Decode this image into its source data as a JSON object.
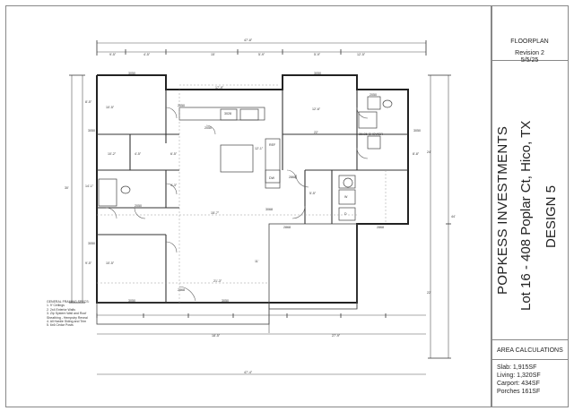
{
  "title_block": {
    "sheet_title": "FLOORPLAN",
    "revision": "Revision 2",
    "date": "5/5/25",
    "company": "POPKESS INVESTMENTS",
    "lot_address": "Lot 16 - 408 Poplar Ct, Hico, TX",
    "design": "DESIGN 5"
  },
  "area_calculations": {
    "header": "AREA CALCULATIONS",
    "slab": "Slab: 1,915SF",
    "living": "Living: 1,320SF",
    "carport": "Carport: 434SF",
    "porches": "Porches 161SF"
  },
  "framing_specs": {
    "header": "GENERAL FRAMING SPECS:",
    "items": [
      "1. 9' Ceilings",
      "2. 2x4 Exterior Walls",
      "3. Zip System Wall and Roof Sheathing - Hempstry Reveal",
      "4. All Hardie Siding and Trim",
      "5. 6x6 Cedar Posts"
    ]
  },
  "dimensions": {
    "overall_top": "47'-8\"",
    "overall_bottom": "47'-4\"",
    "left_overall": "30'",
    "right_overall": "44'",
    "right_lower": "22'",
    "right_upper": "24'",
    "top_segments": [
      "9'-5\"",
      "4'-5\"",
      "15'",
      "5'-9\"",
      "5'-9\"",
      "12'-5\""
    ],
    "mid_labels": [
      "17'-9\"",
      "22'",
      "15'-7\"",
      "21'-3\"",
      "18'-5\"",
      "27'-9\"",
      "12'-1\"",
      "11'"
    ],
    "side_labels": [
      "8'-5\"",
      "14'-1\"",
      "9'-5\"",
      "6'-5\"",
      "9'-3\"",
      "8'-8\""
    ]
  },
  "room_labels": [
    "10'-5\"",
    "10'-5\"",
    "10'-2\"",
    "4'-5\"",
    "12'-6\"",
    "5'-5\""
  ],
  "window_tags": [
    "3050",
    "3050",
    "2050",
    "3050",
    "2050",
    "2050",
    "3068",
    "2868",
    "2868",
    "3050",
    "3050",
    "3050",
    "2868",
    "2050",
    "3050",
    "2868"
  ],
  "cabinet_tags": [
    "DW",
    "REF",
    "W",
    "D",
    "3028",
    "36x36 SHOWER"
  ]
}
